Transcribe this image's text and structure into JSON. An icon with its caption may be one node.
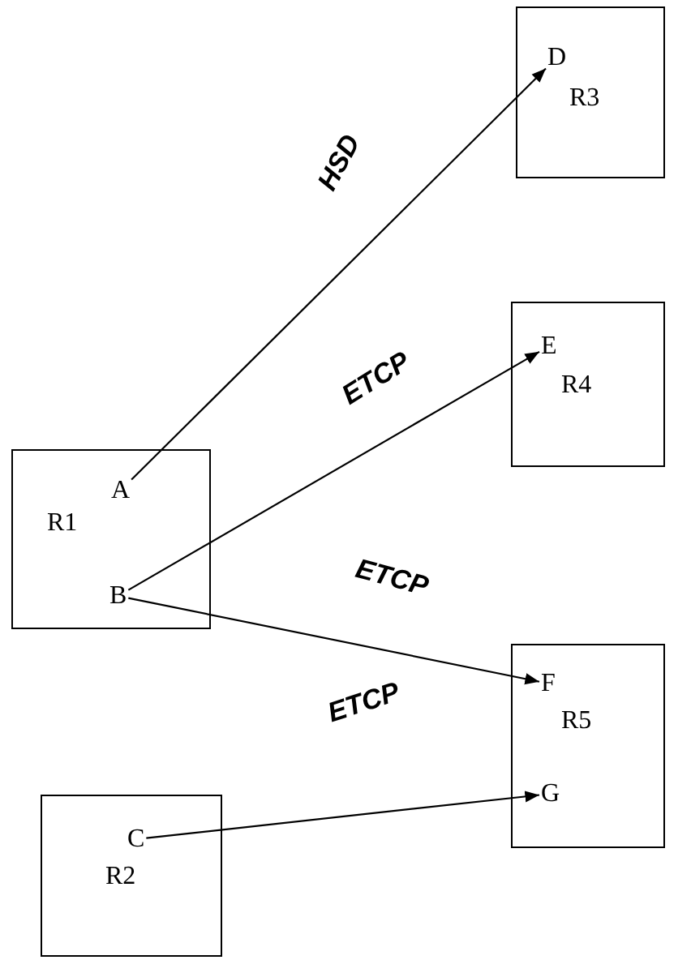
{
  "diagram": {
    "nodes": [
      {
        "text": [
          "R3"
        ]
      },
      {
        "text": [
          "D"
        ],
        "in": 0
      },
      {
        "text": [
          "R4"
        ]
      },
      {
        "text": [
          "E"
        ],
        "in": 2
      },
      {
        "text": [
          "R1"
        ]
      },
      {
        "text": [
          "A"
        ],
        "in": 4
      },
      {
        "text": [
          "B"
        ],
        "in": 4
      },
      {
        "text": [
          "R5"
        ]
      },
      {
        "text": [
          "F"
        ],
        "in": 7
      },
      {
        "text": [
          "G"
        ],
        "in": 7
      },
      {
        "text": [
          "R2"
        ]
      },
      {
        "text": [
          "C"
        ],
        "in": 10
      }
    ],
    "edges": [
      {
        "from": 5,
        "to": 1,
        "arrow": "to",
        "label": "HSD"
      },
      {
        "from": 6,
        "to": 3,
        "arrow": "to",
        "label": "ETCP"
      },
      {
        "from": 6,
        "to": 8,
        "arrow": "to",
        "label": "ETCP"
      },
      {
        "from": 11,
        "to": 9,
        "arrow": "to",
        "label": "ETCP"
      }
    ]
  }
}
